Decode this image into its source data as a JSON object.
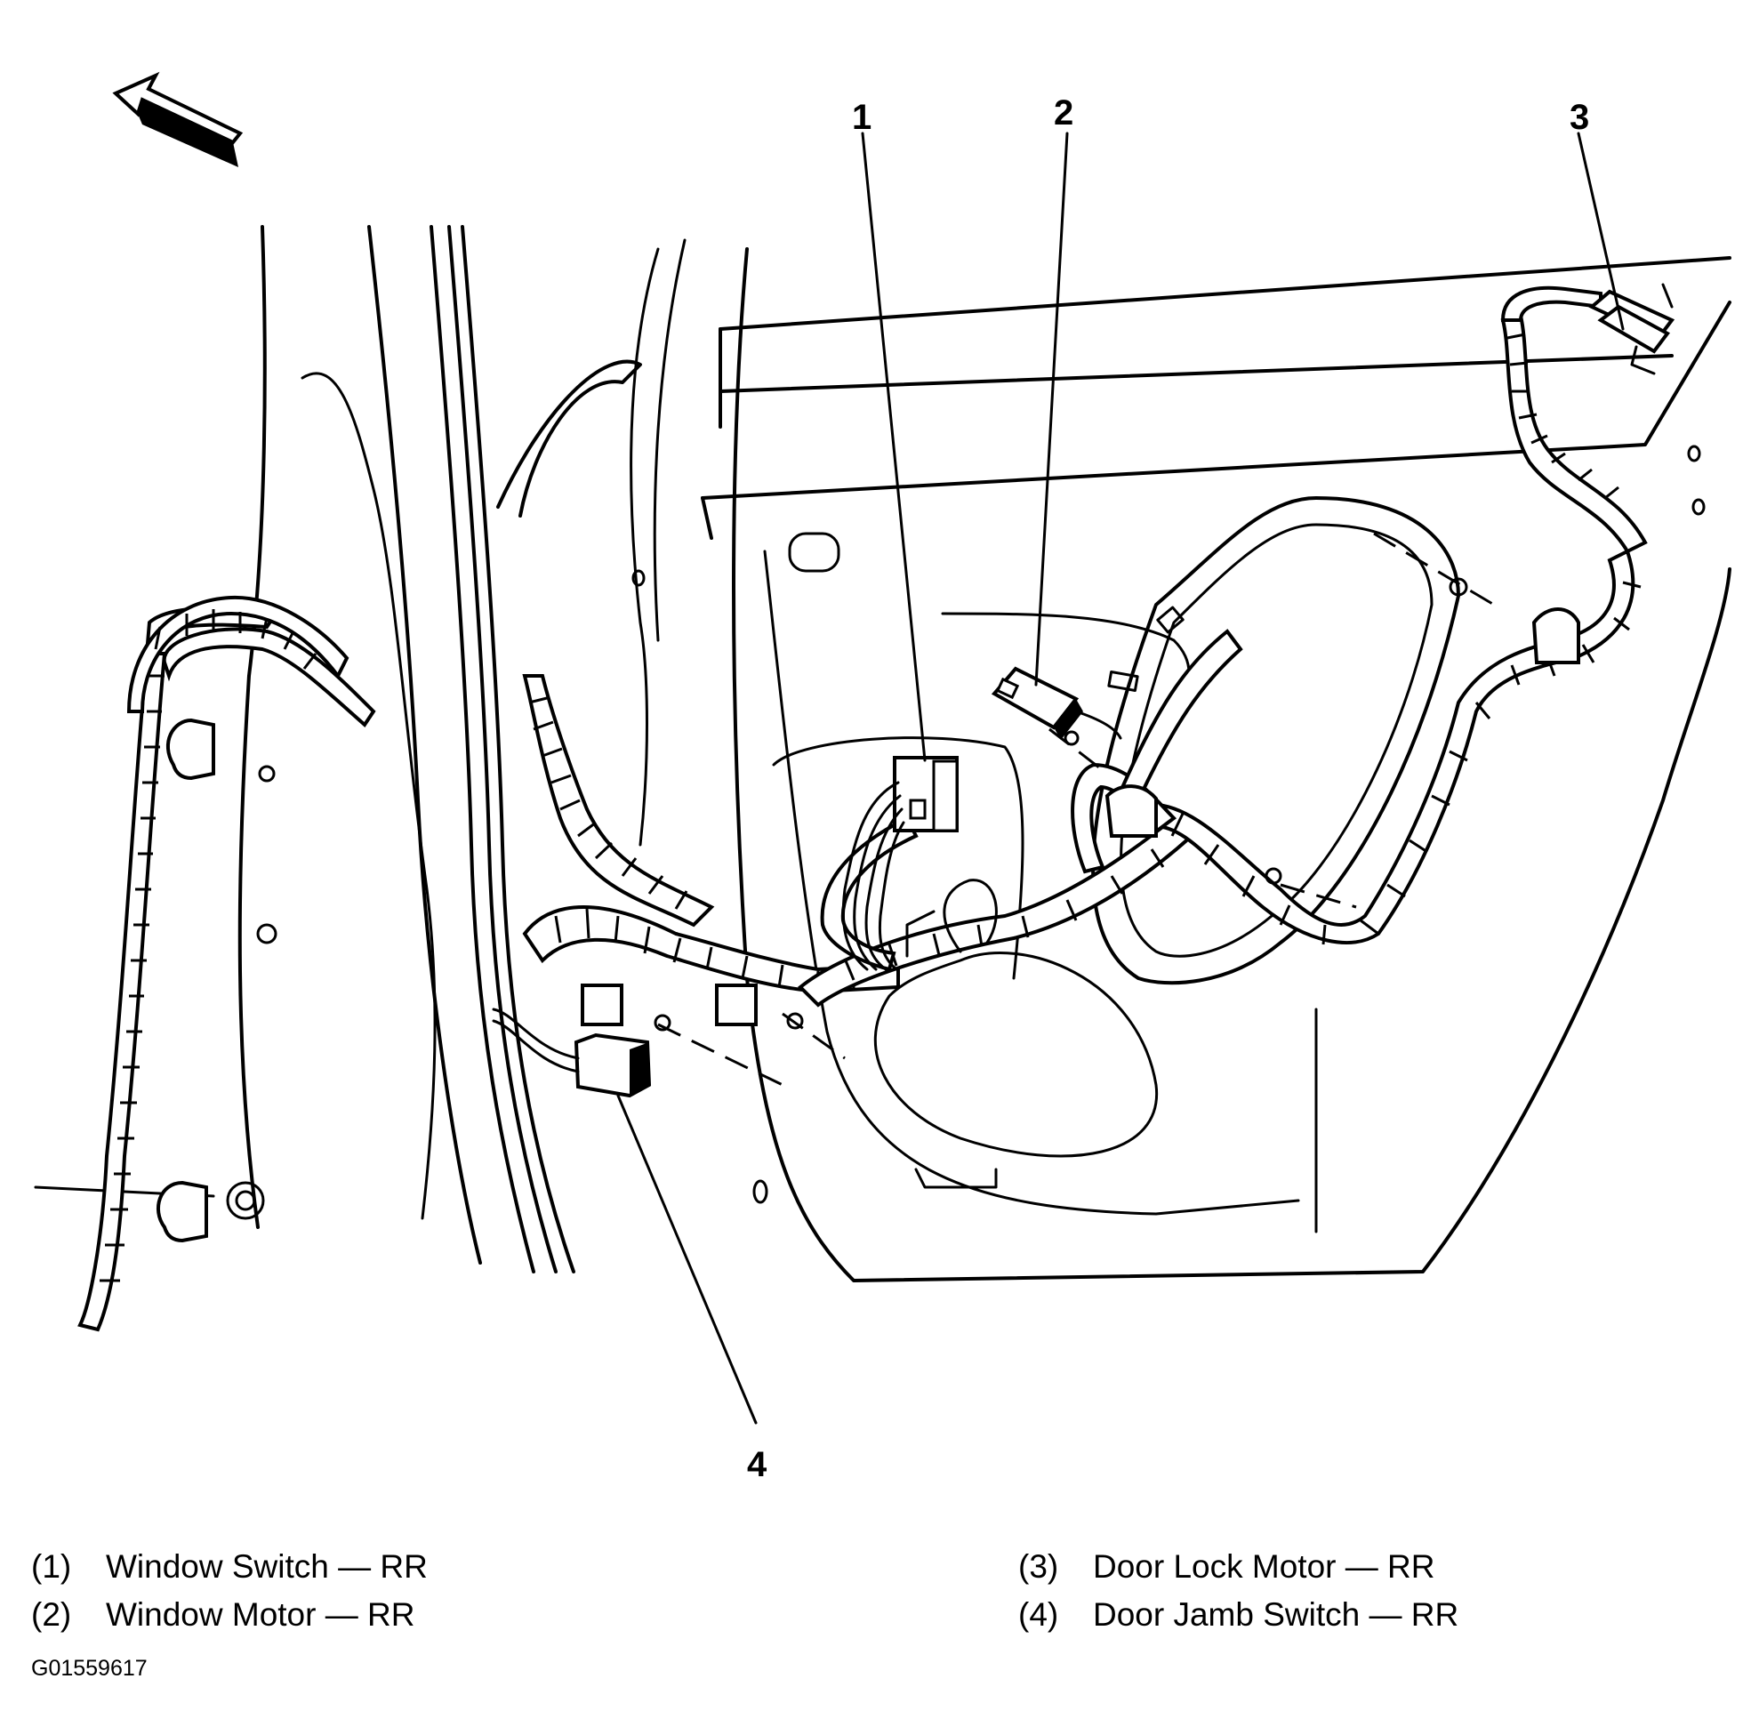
{
  "callouts": [
    {
      "id": "1",
      "label": "Window Switch — RR"
    },
    {
      "id": "2",
      "label": "Window Motor — RR"
    },
    {
      "id": "3",
      "label": "Door Lock Motor — RR"
    },
    {
      "id": "4",
      "label": "Door Jamb Switch — RR"
    }
  ],
  "legend": [
    {
      "num": "(1)",
      "text": "Window Switch — RR"
    },
    {
      "num": "(2)",
      "text": "Window Motor — RR"
    },
    {
      "num": "(3)",
      "text": "Door Lock Motor — RR"
    },
    {
      "num": "(4)",
      "text": "Door Jamb Switch — RR"
    }
  ],
  "figure_id": "G01559617",
  "icons": {
    "direction_arrow": "front-direction-arrow-icon"
  }
}
